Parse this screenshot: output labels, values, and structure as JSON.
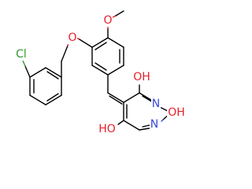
{
  "structure": {
    "atom_labels": {
      "chlorine": "Cl",
      "ether_oxygen": "O",
      "methoxy_oxygen": "O",
      "hydroxyl_top": "OH",
      "hydroxyl_bottom": "HO",
      "hydroxyl_right": "OH",
      "nitrogen_top": "N",
      "nitrogen_bottom": "N"
    },
    "colors": {
      "carbon_bond": "#000000",
      "chlorine": "#2f9a2f",
      "oxygen": "#e8202a",
      "nitrogen": "#3a4bd8",
      "background": "#ffffff"
    }
  }
}
